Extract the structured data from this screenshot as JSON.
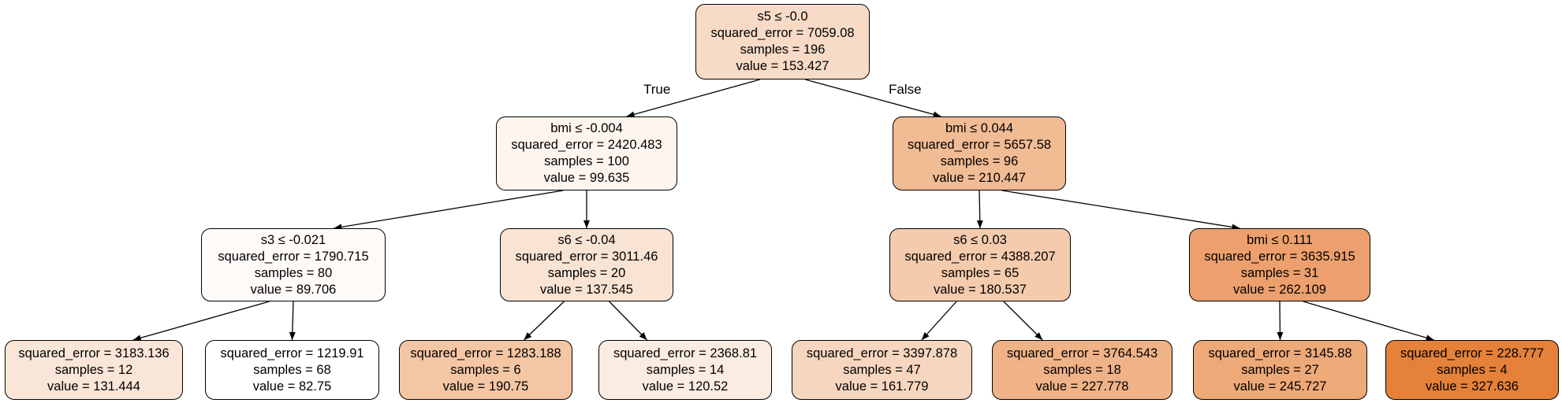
{
  "tree": {
    "nodes": [
      {
        "id": "n0",
        "split": "s5 ≤ -0.0",
        "squared_error": "squared_error = 7059.08",
        "samples": "samples = 196",
        "value": "value = 153.427",
        "fill": "#f7dbc6"
      },
      {
        "id": "n1",
        "split": "bmi ≤ -0.004",
        "squared_error": "squared_error = 2420.483",
        "samples": "samples = 100",
        "value": "value = 99.635",
        "fill": "#fef5ef"
      },
      {
        "id": "n2",
        "split": "bmi ≤ 0.044",
        "squared_error": "squared_error = 5657.58",
        "samples": "samples = 96",
        "value": "value = 210.447",
        "fill": "#f1bb94"
      },
      {
        "id": "n3",
        "split": "s3 ≤ -0.021",
        "squared_error": "squared_error = 1790.715",
        "samples": "samples = 80",
        "value": "value = 89.706",
        "fill": "#fefaf8"
      },
      {
        "id": "n4",
        "split": "s6 ≤ -0.04",
        "squared_error": "squared_error = 3011.46",
        "samples": "samples = 20",
        "value": "value = 137.545",
        "fill": "#f9e3d3"
      },
      {
        "id": "n5",
        "split": "s6 ≤ 0.03",
        "squared_error": "squared_error = 4388.207",
        "samples": "samples = 65",
        "value": "value = 180.537",
        "fill": "#f5cbad"
      },
      {
        "id": "n6",
        "split": "bmi ≤ 0.111",
        "squared_error": "squared_error = 3635.915",
        "samples": "samples = 31",
        "value": "value = 262.109",
        "fill": "#eda06d"
      },
      {
        "id": "n7",
        "split": "",
        "squared_error": "squared_error = 3183.136",
        "samples": "samples = 12",
        "value": "value = 131.444",
        "fill": "#fae6d8"
      },
      {
        "id": "n8",
        "split": "",
        "squared_error": "squared_error = 1219.91",
        "samples": "samples = 68",
        "value": "value = 82.75",
        "fill": "#ffffff"
      },
      {
        "id": "n9",
        "split": "",
        "squared_error": "squared_error = 1283.188",
        "samples": "samples = 6",
        "value": "value = 190.75",
        "fill": "#f4c6a4"
      },
      {
        "id": "n10",
        "split": "",
        "squared_error": "squared_error = 2368.81",
        "samples": "samples = 14",
        "value": "value = 120.52",
        "fill": "#fbece1"
      },
      {
        "id": "n11",
        "split": "",
        "squared_error": "squared_error = 3397.878",
        "samples": "samples = 47",
        "value": "value = 161.779",
        "fill": "#f7d6bf"
      },
      {
        "id": "n12",
        "split": "",
        "squared_error": "squared_error = 3764.543",
        "samples": "samples = 18",
        "value": "value = 227.778",
        "fill": "#f0b387"
      },
      {
        "id": "n13",
        "split": "",
        "squared_error": "squared_error = 3145.88",
        "samples": "samples = 27",
        "value": "value = 245.727",
        "fill": "#eea979"
      },
      {
        "id": "n14",
        "split": "",
        "squared_error": "squared_error = 228.777",
        "samples": "samples = 4",
        "value": "value = 327.636",
        "fill": "#e58139"
      }
    ],
    "edges": [
      {
        "from": "n0",
        "to": "n1"
      },
      {
        "from": "n0",
        "to": "n2"
      },
      {
        "from": "n1",
        "to": "n3"
      },
      {
        "from": "n1",
        "to": "n4"
      },
      {
        "from": "n2",
        "to": "n5"
      },
      {
        "from": "n2",
        "to": "n6"
      },
      {
        "from": "n3",
        "to": "n7"
      },
      {
        "from": "n3",
        "to": "n8"
      },
      {
        "from": "n4",
        "to": "n9"
      },
      {
        "from": "n4",
        "to": "n10"
      },
      {
        "from": "n5",
        "to": "n11"
      },
      {
        "from": "n5",
        "to": "n12"
      },
      {
        "from": "n6",
        "to": "n13"
      },
      {
        "from": "n6",
        "to": "n14"
      }
    ],
    "edge_labels": {
      "true_label": "True",
      "false_label": "False"
    }
  }
}
